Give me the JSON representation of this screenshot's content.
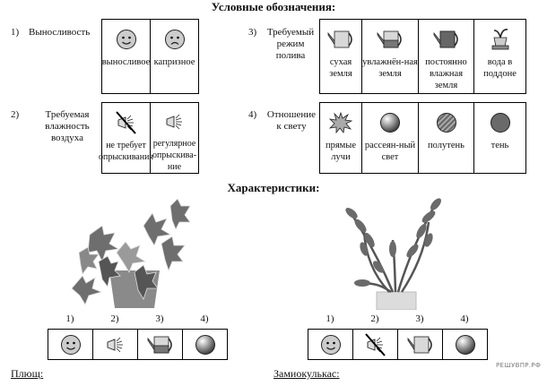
{
  "legend": {
    "title": "Условные обозначения:",
    "groups": [
      {
        "num": "1)",
        "label": "Выносливость",
        "items": [
          {
            "icon": "smile-face-icon",
            "label": "выносливое"
          },
          {
            "icon": "sad-face-icon",
            "label": "капризное"
          }
        ]
      },
      {
        "num": "2)",
        "label": "Требуемая влажность воздуха",
        "items": [
          {
            "icon": "no-spray-icon",
            "label": "не требует опрыскивания"
          },
          {
            "icon": "spray-icon",
            "label": "регулярное опрыскива-ние"
          }
        ]
      },
      {
        "num": "3)",
        "label": "Требуемый режим полива",
        "items": [
          {
            "icon": "watering-can-dry-icon",
            "label": "сухая земля"
          },
          {
            "icon": "watering-can-moist-icon",
            "label": "увлажнён-ная земля"
          },
          {
            "icon": "watering-can-wet-icon",
            "label": "постоянно влажная земля"
          },
          {
            "icon": "pot-tray-icon",
            "label": "вода в поддоне"
          }
        ]
      },
      {
        "num": "4)",
        "label": "Отношение к свету",
        "items": [
          {
            "icon": "direct-sun-icon",
            "label": "прямые лучи"
          },
          {
            "icon": "diffused-light-icon",
            "label": "рассеян-ный свет"
          },
          {
            "icon": "partial-shade-icon",
            "label": "полутень"
          },
          {
            "icon": "shade-icon",
            "label": "тень"
          }
        ]
      }
    ]
  },
  "characteristics": {
    "title": "Характеристики:",
    "plants": [
      {
        "name": "Плющ:",
        "nums": [
          "1)",
          "2)",
          "3)",
          "4)"
        ],
        "icons": [
          "smile-face-icon",
          "spray-icon",
          "watering-can-moist-icon",
          "diffused-light-icon"
        ]
      },
      {
        "name": "Замиокулькас:",
        "nums": [
          "1)",
          "2)",
          "3)",
          "4)"
        ],
        "icons": [
          "smile-face-icon",
          "no-spray-icon",
          "watering-can-dry-icon",
          "diffused-light-icon"
        ]
      }
    ]
  },
  "watermark": "РЕШУВПР.РФ"
}
